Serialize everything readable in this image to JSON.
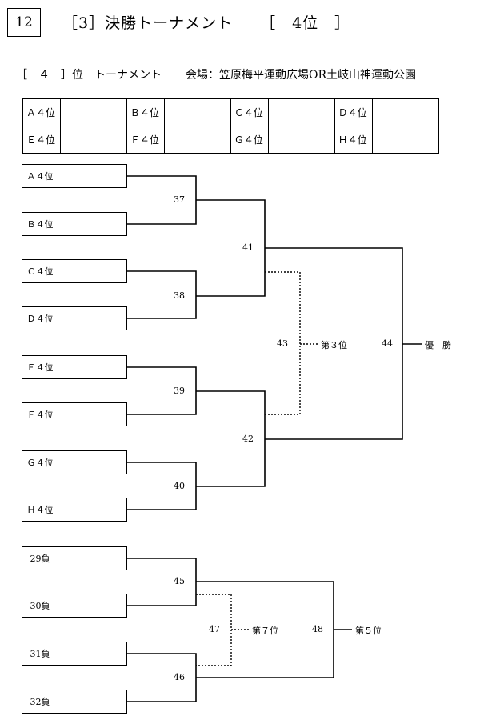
{
  "header": {
    "page_number": "12",
    "title": "［3］決勝トーナメント",
    "place_bracket": "［　4位　］"
  },
  "subheader": {
    "rank_label": "［　４　］位　トーナメント",
    "venue": "会場：笠原梅平運動広場OR土岐山神運動公園"
  },
  "entry_table": [
    [
      "Ａ４位",
      "Ｂ４位",
      "Ｃ４位",
      "Ｄ４位"
    ],
    [
      "Ｅ４位",
      "Ｆ４位",
      "Ｇ４位",
      "Ｈ４位"
    ]
  ],
  "bracket_main": {
    "teams": [
      "Ａ４位",
      "Ｂ４位",
      "Ｃ４位",
      "Ｄ４位",
      "Ｅ４位",
      "Ｆ４位",
      "Ｇ４位",
      "Ｈ４位"
    ],
    "match_37": "37",
    "match_38": "38",
    "match_39": "39",
    "match_40": "40",
    "match_41": "41",
    "match_42": "42",
    "match_43": "43",
    "match_44": "44",
    "third_place": "第３位",
    "champion": "優　勝"
  },
  "bracket_consolation": {
    "teams": [
      "29負",
      "30負",
      "31負",
      "32負"
    ],
    "match_45": "45",
    "match_46": "46",
    "match_47": "47",
    "match_48": "48",
    "seventh_place": "第７位",
    "fifth_place": "第５位"
  }
}
